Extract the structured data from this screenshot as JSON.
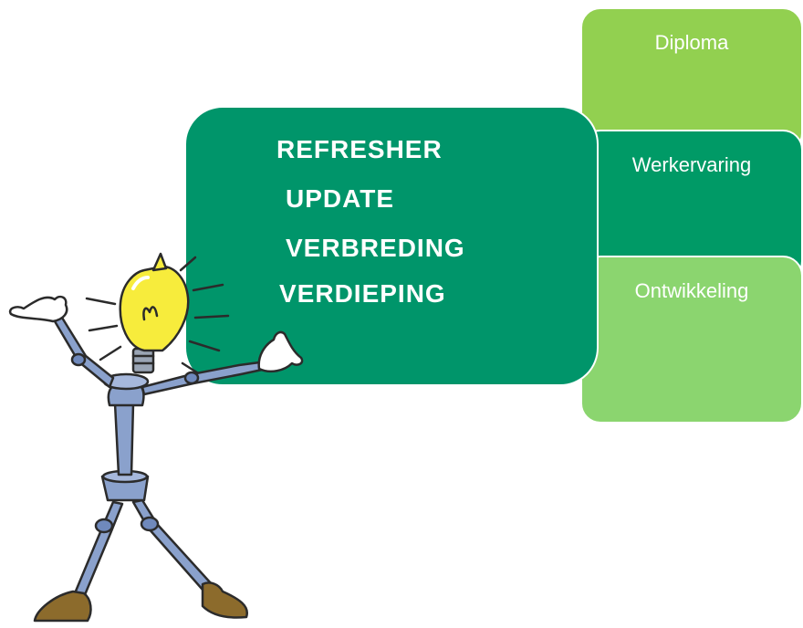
{
  "colors": {
    "main_green": "#00956a",
    "diploma_green": "#92d050",
    "werk_green": "#009a66",
    "ontw_green": "#8bd56f",
    "bulb_yellow": "#f7ec3c",
    "robot_blue": "#8aa1cc",
    "shoe_brown": "#8c6b2c"
  },
  "main_box": {
    "lines": [
      "REFRESHER",
      "UPDATE",
      "VERBREDING",
      "VERDIEPING"
    ]
  },
  "stack": {
    "diploma": "Diploma",
    "werkervaring": "Werkervaring",
    "ontwikkeling": "Ontwikkeling"
  },
  "illustration": {
    "icon": "lightbulb-robot-mascot-icon"
  }
}
